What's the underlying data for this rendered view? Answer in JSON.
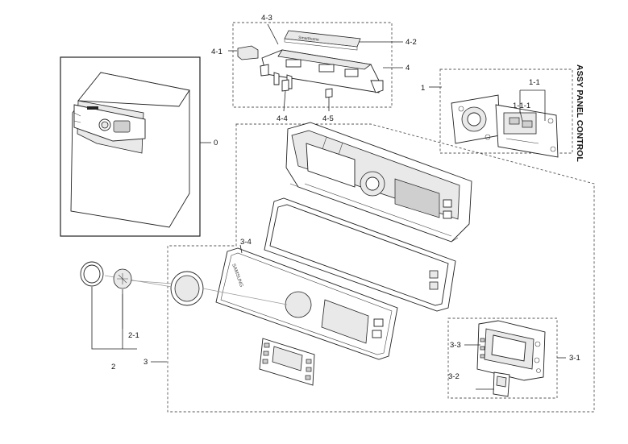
{
  "diagram": {
    "title": "ASSY PANEL CONTROL",
    "labels": {
      "p0": "0",
      "p1": "1",
      "p1_1": "1-1",
      "p1_1_1": "1-1-1",
      "p2": "2",
      "p2_1": "2-1",
      "p3": "3",
      "p3_1": "3-1",
      "p3_2": "3-2",
      "p3_3": "3-3",
      "p3_4": "3-4",
      "p4": "4",
      "p4_1": "4-1",
      "p4_2": "4-2",
      "p4_3": "4-3",
      "p4_4": "4-4",
      "p4_5": "4-5"
    },
    "branding": {
      "overlay_brand": "SAMSUNG",
      "cover_print": "Smarthome"
    }
  }
}
